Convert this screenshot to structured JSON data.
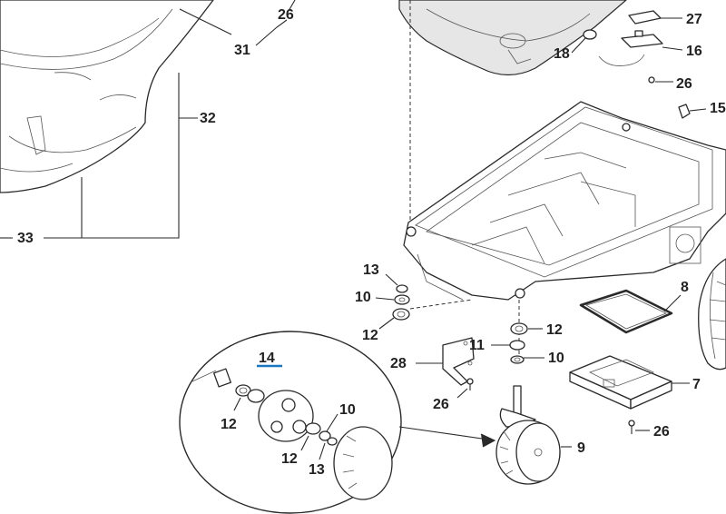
{
  "diagram": {
    "type": "exploded-parts-view",
    "highlight_color": "#1a78c2",
    "ink_color": "#222222",
    "callouts": {
      "c26_top": "26",
      "c31": "31",
      "c32": "32",
      "c33": "33",
      "c27": "27",
      "c16": "16",
      "c18": "18",
      "c26_a": "26",
      "c15": "15",
      "c13_mid": "13",
      "c10_mid": "10",
      "c12_mid": "12",
      "c8": "8",
      "c12_right": "12",
      "c11": "11",
      "c10_right": "10",
      "c28": "28",
      "c26_mid": "26",
      "c7": "7",
      "c26_bottom": "26",
      "c9": "9",
      "c14": "14",
      "c12_detail_a": "12",
      "c10_detail": "10",
      "c12_detail_b": "12",
      "c13_detail": "13"
    }
  }
}
